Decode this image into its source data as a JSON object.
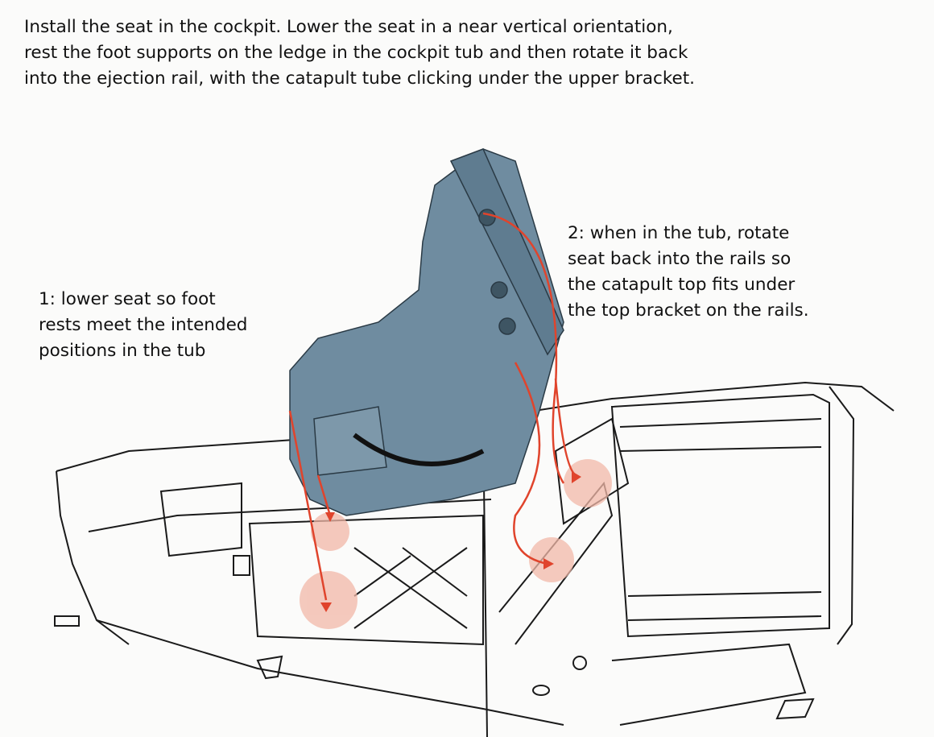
{
  "instructions": {
    "lines": [
      "Install the seat in the cockpit. Lower the seat in a near vertical orientation,",
      "rest the foot supports on the ledge in the cockpit tub and then rotate it back",
      "into the ejection rail, with the catapult tube clicking under the upper bracket."
    ]
  },
  "callouts": {
    "step1": {
      "lines": [
        "1: lower seat so foot",
        "rests meet the intended",
        "positions in the tub"
      ]
    },
    "step2": {
      "lines": [
        "2: when in the tub, rotate",
        "seat back into the rails so",
        "the catapult top fits under",
        "the top bracket on the rails."
      ]
    }
  },
  "colors": {
    "seat": "#6f8ca0",
    "arrow": "#e0442c",
    "highlight": "#f2b8a8",
    "line": "#1a1a1a"
  }
}
